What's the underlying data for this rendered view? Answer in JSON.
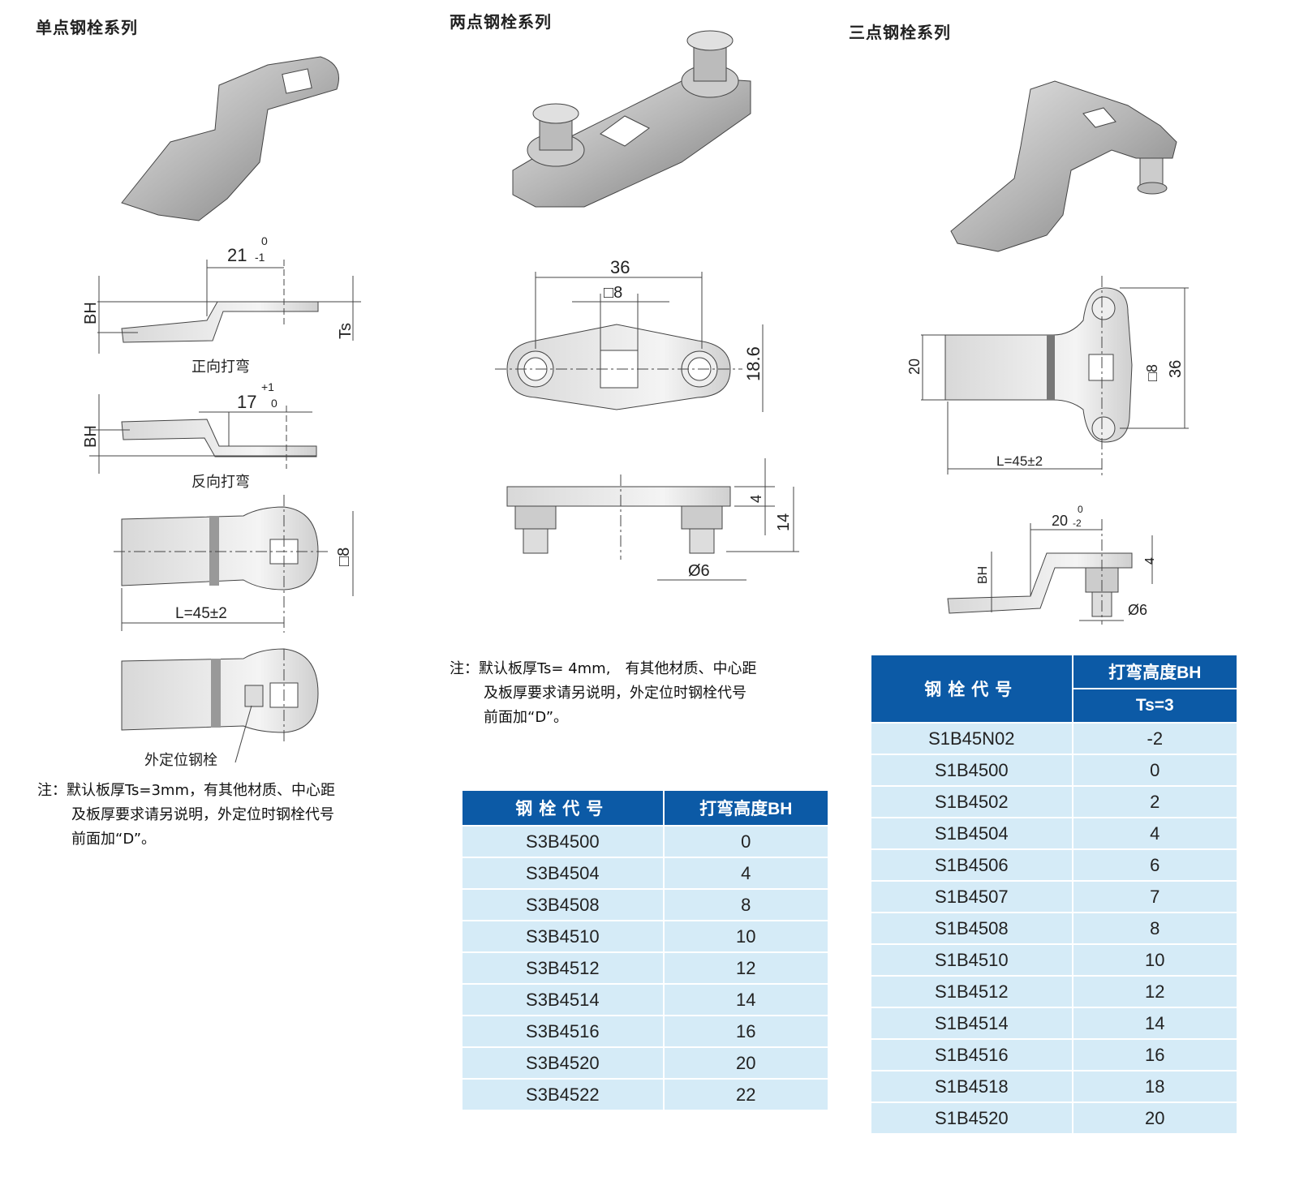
{
  "sections": [
    {
      "title": "单点钢栓系列"
    },
    {
      "title": "两点钢栓系列"
    },
    {
      "title": "三点钢栓系列"
    }
  ],
  "single": {
    "dim_21": "21",
    "tol_21_upper": "0",
    "tol_21_lower": "-1",
    "bh": "BH",
    "ts": "Ts",
    "forward_bend": "正向打弯",
    "dim_17": "17",
    "tol_17_upper": "+1",
    "tol_17_lower": "0",
    "reverse_bend": "反向打弯",
    "square": "□8",
    "length": "L=45±2",
    "external_pin": "外定位钢栓",
    "note_lines": [
      "注：默认板厚Ts=3mm，有其他材质、中心距",
      "及板厚要求请另说明，外定位时钢栓代号",
      "前面加“D”。"
    ]
  },
  "double": {
    "dim_36": "36",
    "square": "□8",
    "dim_18_6": "18.6",
    "dim_4": "4",
    "dim_14": "14",
    "dia": "Ø6",
    "note_lines": [
      "注：默认板厚Ts= 4mm,　有其他材质、中心距",
      "及板厚要求请另说明，外定位时钢栓代号",
      "前面加“D”。"
    ],
    "table": {
      "headers": [
        "钢栓代号",
        "打弯高度BH"
      ],
      "rows": [
        [
          "S3B4500",
          "0"
        ],
        [
          "S3B4504",
          "4"
        ],
        [
          "S3B4508",
          "8"
        ],
        [
          "S3B4510",
          "10"
        ],
        [
          "S3B4512",
          "12"
        ],
        [
          "S3B4514",
          "14"
        ],
        [
          "S3B4516",
          "16"
        ],
        [
          "S3B4520",
          "20"
        ],
        [
          "S3B4522",
          "22"
        ]
      ]
    }
  },
  "triple": {
    "dim_20": "20",
    "square": "□8",
    "dim_36": "36",
    "length": "L=45±2",
    "dim_20b": "20",
    "tol_20_upper": "0",
    "tol_20_lower": "-2",
    "bh": "BH",
    "dim_4": "4",
    "dia": "Ø6",
    "table": {
      "headers": [
        "钢栓代号",
        "打弯高度BH",
        "Ts=3"
      ],
      "rows": [
        [
          "S1B45N02",
          "-2"
        ],
        [
          "S1B4500",
          "0"
        ],
        [
          "S1B4502",
          "2"
        ],
        [
          "S1B4504",
          "4"
        ],
        [
          "S1B4506",
          "6"
        ],
        [
          "S1B4507",
          "7"
        ],
        [
          "S1B4508",
          "8"
        ],
        [
          "S1B4510",
          "10"
        ],
        [
          "S1B4512",
          "12"
        ],
        [
          "S1B4514",
          "14"
        ],
        [
          "S1B4516",
          "16"
        ],
        [
          "S1B4518",
          "18"
        ],
        [
          "S1B4520",
          "20"
        ]
      ]
    }
  },
  "colors": {
    "header": "#0c5aa6",
    "row": "#d5ebf7"
  }
}
